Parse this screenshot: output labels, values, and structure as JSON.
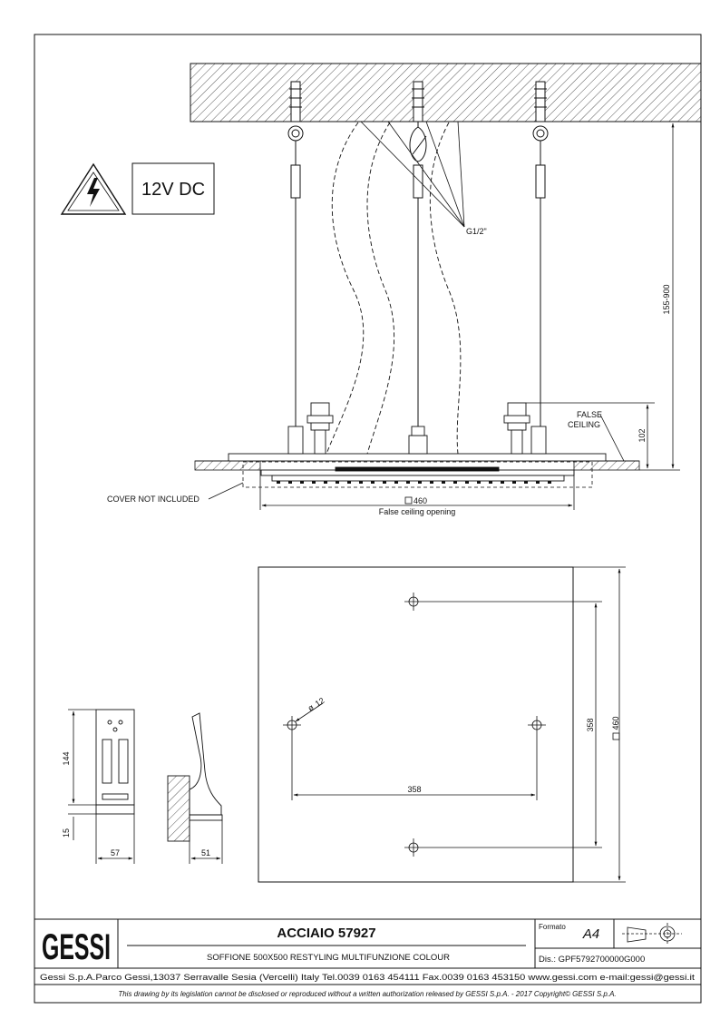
{
  "warning": {
    "symbol": "high-voltage-warning-icon",
    "voltage_label": "12V DC"
  },
  "labels": {
    "thread": "G1/2\"",
    "false_ceiling_line1": "FALSE",
    "false_ceiling_line2": "CEILING",
    "cover_not_included": "COVER NOT INCLUDED",
    "opening_size": "460",
    "opening_caption": "False ceiling opening"
  },
  "dimensions": {
    "height_range": "155-900",
    "recess_depth": "102",
    "plate_size": "460",
    "hole_spacing_v": "358",
    "hole_spacing_h": "358",
    "hole_diameter": "12",
    "control_height": "144",
    "control_base": "15",
    "control_width": "57",
    "control_depth": "51"
  },
  "title_block": {
    "logo": "GESSI",
    "product_title": "ACCIAIO 57927",
    "product_subtitle": "SOFFIONE 500X500 RESTYLING MULTIFUNZIONE COLOUR",
    "formato_label": "Formato",
    "formato_value": "A4",
    "drawing_number": "Dis.: GPF5792700000G000",
    "company_line": "Gessi S.p.A.Parco Gessi,13037 Serravalle Sesia (Vercelli) Italy Tel.0039 0163 454111 Fax.0039 0163 453150 www.gessi.com e-mail:gessi@gessi.it",
    "copyright": "This drawing by its legislation cannot be disclosed or reproduced without a written authorization released by GESSI S.p.A. - 2017 Copyright© GESSI S.p.A."
  },
  "colors": {
    "line": "#111111",
    "paper": "#ffffff"
  }
}
